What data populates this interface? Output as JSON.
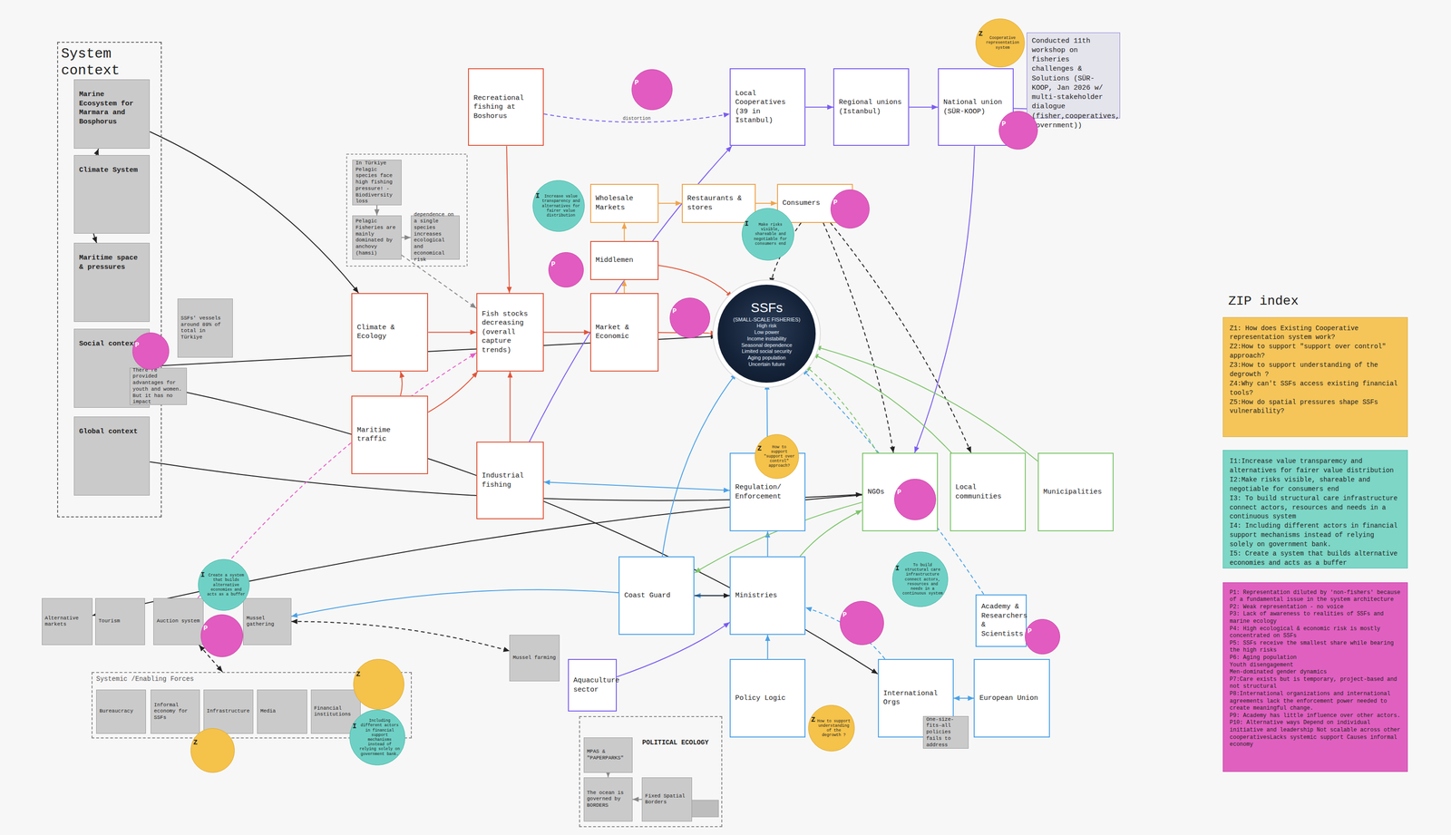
{
  "diagram": {
    "nodes": [
      {
        "text": [
          "System context"
        ]
      },
      {
        "text": [
          "Marine Ecosystem for Marmara and Bosphorus"
        ],
        "in": 0
      },
      {
        "text": [
          "Climate System"
        ],
        "in": 0
      },
      {
        "text": [
          "Maritime space & pressures"
        ],
        "in": 0
      },
      {
        "text": [
          "Social context"
        ],
        "in": 0
      },
      {
        "text": [
          "Global context"
        ],
        "in": 0
      },
      {
        "text": [
          "SSFs' vessels around 89% of total in Türkiye"
        ]
      },
      {
        "text": [
          "There're provided advantages for youth and women. But it has no impact"
        ]
      },
      {
        "text": [
          "Recreational fishing at Boshorus"
        ]
      },
      {
        "text": [
          "Local Cooperatives (39 in Istanbul)"
        ]
      },
      {
        "text": [
          "Regional unions (Istanbul)"
        ]
      },
      {
        "text": [
          "National union (SÜR-KOOP)"
        ]
      },
      {
        "text": [
          "Conducted 11th workshop on fisheries challenges & Solutions (SÜR-KOOP, Jan 2026 w/ multi-stakeholder dialogue (fisher,cooperatives, government))"
        ]
      },
      {
        "text": [
          "In Türkiye Pelagic species face high fishing pressure! -Biodiversity loss"
        ]
      },
      {
        "text": [
          "Pelagic Fisheries are mainly dominated by anchovy (hamsi)"
        ]
      },
      {
        "text": [
          "dependence on a single species increases ecological and economical risk"
        ]
      },
      {
        "text": [
          "Wholesale Markets"
        ]
      },
      {
        "text": [
          "Restaurants & stores"
        ]
      },
      {
        "text": [
          "Consumers"
        ]
      },
      {
        "text": [
          "Middlemen"
        ]
      },
      {
        "text": [
          "Climate & Ecology"
        ]
      },
      {
        "text": [
          "Fish stocks decreasing (overall capture trends)"
        ]
      },
      {
        "text": [
          "Market & Economic"
        ]
      },
      {
        "text": [
          "SSFs",
          "(SMALL-SCALE FISHERIES)",
          "High risk",
          "Low power",
          "Income instability",
          "Seasonal dependence",
          "Limited social security",
          "Aging population",
          "Uncertain future"
        ]
      },
      {
        "text": [
          "Maritime traffic"
        ]
      },
      {
        "text": [
          "Industrial fishing"
        ]
      },
      {
        "text": [
          "Regulation/ Enforcement"
        ]
      },
      {
        "text": [
          "NGOs"
        ]
      },
      {
        "text": [
          "Local communities"
        ]
      },
      {
        "text": [
          "Municipalities"
        ]
      },
      {
        "text": [
          "Coast Guard"
        ]
      },
      {
        "text": [
          "Ministries"
        ]
      },
      {
        "text": [
          "Academy & Researchers & Scientists"
        ]
      },
      {
        "text": [
          "Alternative markets"
        ]
      },
      {
        "text": [
          "Tourism"
        ]
      },
      {
        "text": [
          "Auction system"
        ]
      },
      {
        "text": [
          "Mussel gathering"
        ]
      },
      {
        "text": [
          "Mussel farming"
        ]
      },
      {
        "text": [
          "Aquaculture sector"
        ]
      },
      {
        "text": [
          "Systemic /Enabling Forces"
        ]
      },
      {
        "text": [
          "Bureaucracy"
        ],
        "in": 39
      },
      {
        "text": [
          "Informal economy for SSFs"
        ],
        "in": 39
      },
      {
        "text": [
          "Infrastructure"
        ],
        "in": 39
      },
      {
        "text": [
          "Media"
        ],
        "in": 39
      },
      {
        "text": [
          "Financial institutions"
        ],
        "in": 39
      },
      {
        "text": [
          "Policy Logic"
        ]
      },
      {
        "text": [
          "International Orgs"
        ]
      },
      {
        "text": [
          "European Union"
        ]
      },
      {
        "text": [
          "One-size-fits-all policies fails to address"
        ]
      },
      {
        "text": [
          "POLITICAL ECOLOGY"
        ]
      },
      {
        "text": [
          "MPAS & \"PAPERPARKS\""
        ],
        "in": 49
      },
      {
        "text": [
          "The ocean is governed by BORDERS"
        ],
        "in": 49
      },
      {
        "text": [
          "Fixed Spatial Borders"
        ],
        "in": 49
      },
      {
        "text": [
          "Z1: How does Existing Cooperative representation system work?",
          "Z2:How to support \"support over control\" approach?",
          "Z3:How to support understanding of the degrowth ?",
          "Z4:Why can't SSFs access existing financial tools?",
          "Z5:How do spatial pressures shape SSFs vulnerability?"
        ]
      },
      {
        "text": [
          "I1:Increase value transparemcy and alternatives for fairer value distribution",
          "I2:Make risks visible, shareable and negotiable for consumers end",
          "I3: To build structural care infrastructure connect actors, resources and needs in a continuous system",
          "I4: Including different actors in financial support mechanisms instead of relying solely on government bank.",
          "I5: Create a system that builds alternative economies and acts as a buffer"
        ]
      },
      {
        "text": [
          "P1: Representation diluted by 'non-fishers' because of a fundamental issue in the system architecture",
          "P2: Weak representation - no voice",
          "P3: Lack of awareness to realities of SSFs and marine ecology",
          "P4: High ecological & economic risk is mostly concentrated on SSFs",
          "P5: SSFs receive the smallest share while bearing the high risks",
          "P6: Aging population",
          "Youth disengagement",
          "Men-dominated gender dynamics",
          "P7:Care exists but is temporary, project-based and not structural",
          "P8:International organizations and international agreements lack the enforcement power needed to create meaningful change.",
          "P9: Academy has little influence over other actors.",
          "P10: Alternative ways Depend on individual initiative and leadership Not scalable across other cooperativesLacks systemic support Causes informal economy"
        ]
      },
      {
        "text": [
          "Z",
          "Cooperative representation system"
        ]
      },
      {
        "text": [
          "P"
        ]
      },
      {
        "text": [
          "P"
        ]
      },
      {
        "text": [
          "I",
          "Increase value transparency and alternatives for fairer value distribution"
        ]
      },
      {
        "text": [
          "P"
        ]
      },
      {
        "text": [
          "I",
          "Make risks visible, shareable and negotiable for consumers end"
        ]
      },
      {
        "text": [
          "P"
        ]
      },
      {
        "text": [
          "P"
        ]
      },
      {
        "text": [
          "P"
        ]
      },
      {
        "text": [
          "Z",
          "How to support \"support over control\" approach?"
        ]
      },
      {
        "text": [
          "P"
        ]
      },
      {
        "text": [
          "I",
          "Create a system that builds alternative economies and acts as a buffer"
        ]
      },
      {
        "text": [
          "P"
        ]
      },
      {
        "text": [
          "I",
          "To build structural care infrastructure connect actors, resources and needs in a continuous system"
        ]
      },
      {
        "text": [
          "P"
        ]
      },
      {
        "text": [
          "P"
        ]
      },
      {
        "text": [
          "Z"
        ]
      },
      {
        "text": [
          "I",
          "Including different actors in financial support mechanisms instead of relying solely on government bank."
        ]
      },
      {
        "text": [
          "Z"
        ]
      },
      {
        "text": [
          "Z",
          "How to support understanding of the degrowth ?"
        ]
      }
    ],
    "edges": [
      {
        "from": 1,
        "to": 20,
        "arrow": "to"
      },
      {
        "from": 1,
        "to": 3,
        "arrow": "both"
      },
      {
        "from": 4,
        "to": 23,
        "arrow": "to"
      },
      {
        "from": 5,
        "to": 27,
        "arrow": "to"
      },
      {
        "from": 7,
        "to": 46,
        "arrow": "to"
      },
      {
        "from": 27,
        "to": 33,
        "arrow": "to"
      },
      {
        "from": 8,
        "to": 21,
        "arrow": "to"
      },
      {
        "from": 8,
        "to": 9,
        "arrow": "to",
        "label": "distortion"
      },
      {
        "from": 9,
        "to": 10,
        "arrow": "to"
      },
      {
        "from": 10,
        "to": 11,
        "arrow": "to"
      },
      {
        "from": 11,
        "to": 12,
        "arrow": "to"
      },
      {
        "from": 11,
        "to": 27,
        "arrow": "to"
      },
      {
        "from": 25,
        "to": 9,
        "arrow": "to"
      },
      {
        "from": 20,
        "to": 21,
        "arrow": "to"
      },
      {
        "from": 21,
        "to": 22,
        "arrow": "to"
      },
      {
        "from": 22,
        "to": 23,
        "arrow": "to"
      },
      {
        "from": 19,
        "to": 23,
        "arrow": "to"
      },
      {
        "from": 24,
        "to": 20,
        "arrow": "to"
      },
      {
        "from": 24,
        "to": 21,
        "arrow": "to"
      },
      {
        "from": 25,
        "to": 21,
        "arrow": "to"
      },
      {
        "from": 22,
        "to": 19,
        "arrow": "to"
      },
      {
        "from": 19,
        "to": 16,
        "arrow": "to"
      },
      {
        "from": 16,
        "to": 17,
        "arrow": "to"
      },
      {
        "from": 17,
        "to": 18,
        "arrow": "to"
      },
      {
        "from": 18,
        "to": 23,
        "arrow": "to"
      },
      {
        "from": 18,
        "to": 27,
        "arrow": "to"
      },
      {
        "from": 18,
        "to": 28,
        "arrow": "to"
      },
      {
        "from": 26,
        "to": 23,
        "arrow": "to"
      },
      {
        "from": 26,
        "to": 25,
        "arrow": "both"
      },
      {
        "from": 31,
        "to": 26,
        "arrow": "to"
      },
      {
        "from": 31,
        "to": 30,
        "arrow": "to"
      },
      {
        "from": 30,
        "to": 23,
        "arrow": "to"
      },
      {
        "from": 30,
        "to": 36,
        "arrow": "to"
      },
      {
        "from": 45,
        "to": 31,
        "arrow": "to"
      },
      {
        "from": 46,
        "to": 47,
        "arrow": "both"
      },
      {
        "from": 46,
        "to": 31,
        "arrow": "to"
      },
      {
        "from": 32,
        "to": 23,
        "arrow": "to"
      },
      {
        "from": 27,
        "to": 23,
        "arrow": "to"
      },
      {
        "from": 28,
        "to": 23,
        "arrow": "to"
      },
      {
        "from": 29,
        "to": 23,
        "arrow": "to"
      },
      {
        "from": 27,
        "to": 30,
        "arrow": "to"
      },
      {
        "from": 31,
        "to": 27,
        "arrow": "to"
      },
      {
        "from": 35,
        "to": 39,
        "arrow": "both"
      },
      {
        "from": 36,
        "to": 37,
        "arrow": "both"
      },
      {
        "from": 38,
        "to": 31,
        "arrow": "to"
      },
      {
        "from": 35,
        "to": 21,
        "arrow": "to"
      },
      {
        "from": 13,
        "to": 14,
        "arrow": "to"
      },
      {
        "from": 14,
        "to": 15,
        "arrow": "to"
      },
      {
        "from": 14,
        "to": 21,
        "arrow": "to"
      },
      {
        "from": 50,
        "to": 51,
        "arrow": "to"
      },
      {
        "from": 52,
        "to": 51,
        "arrow": "to"
      },
      {
        "from": 30,
        "to": 31,
        "arrow": "to"
      }
    ],
    "labels": [
      "ZIP index"
    ]
  }
}
